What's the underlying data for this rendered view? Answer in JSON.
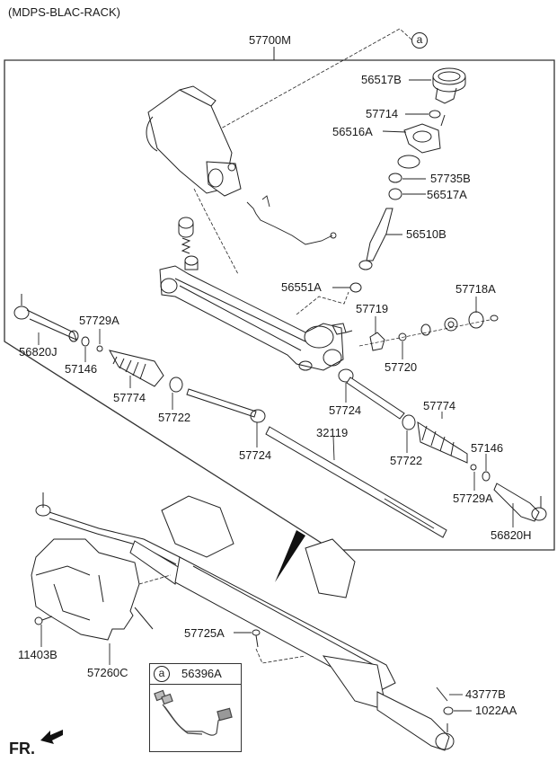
{
  "title": "(MDPS-BLAC-RACK)",
  "direction_label": "FR.",
  "reference_marker": "a",
  "inset": {
    "marker": "a",
    "part_number": "56396A",
    "part_icon": "wiring-harness-icon"
  },
  "callouts": {
    "assembly": "57700M",
    "p56517B": "56517B",
    "p57714": "57714",
    "p56516A": "56516A",
    "p57735B": "57735B",
    "p56517A": "56517A",
    "p56510B": "56510B",
    "p56551A": "56551A",
    "p57718A": "57718A",
    "p57719": "57719",
    "p57720": "57720",
    "p56820J": "56820J",
    "p57729A_left": "57729A",
    "p57146_left": "57146",
    "p57774_left": "57774",
    "p57722_left": "57722",
    "p57724_left": "57724",
    "p57724_right": "57724",
    "p32119": "32119",
    "p57774_right": "57774",
    "p57722_right": "57722",
    "p57146_right": "57146",
    "p57729A_right": "57729A",
    "p56820H": "56820H",
    "p11403B": "11403B",
    "p57260C": "57260C",
    "p57725A": "57725A",
    "p43777B": "43777B",
    "p1022AA": "1022AA"
  }
}
